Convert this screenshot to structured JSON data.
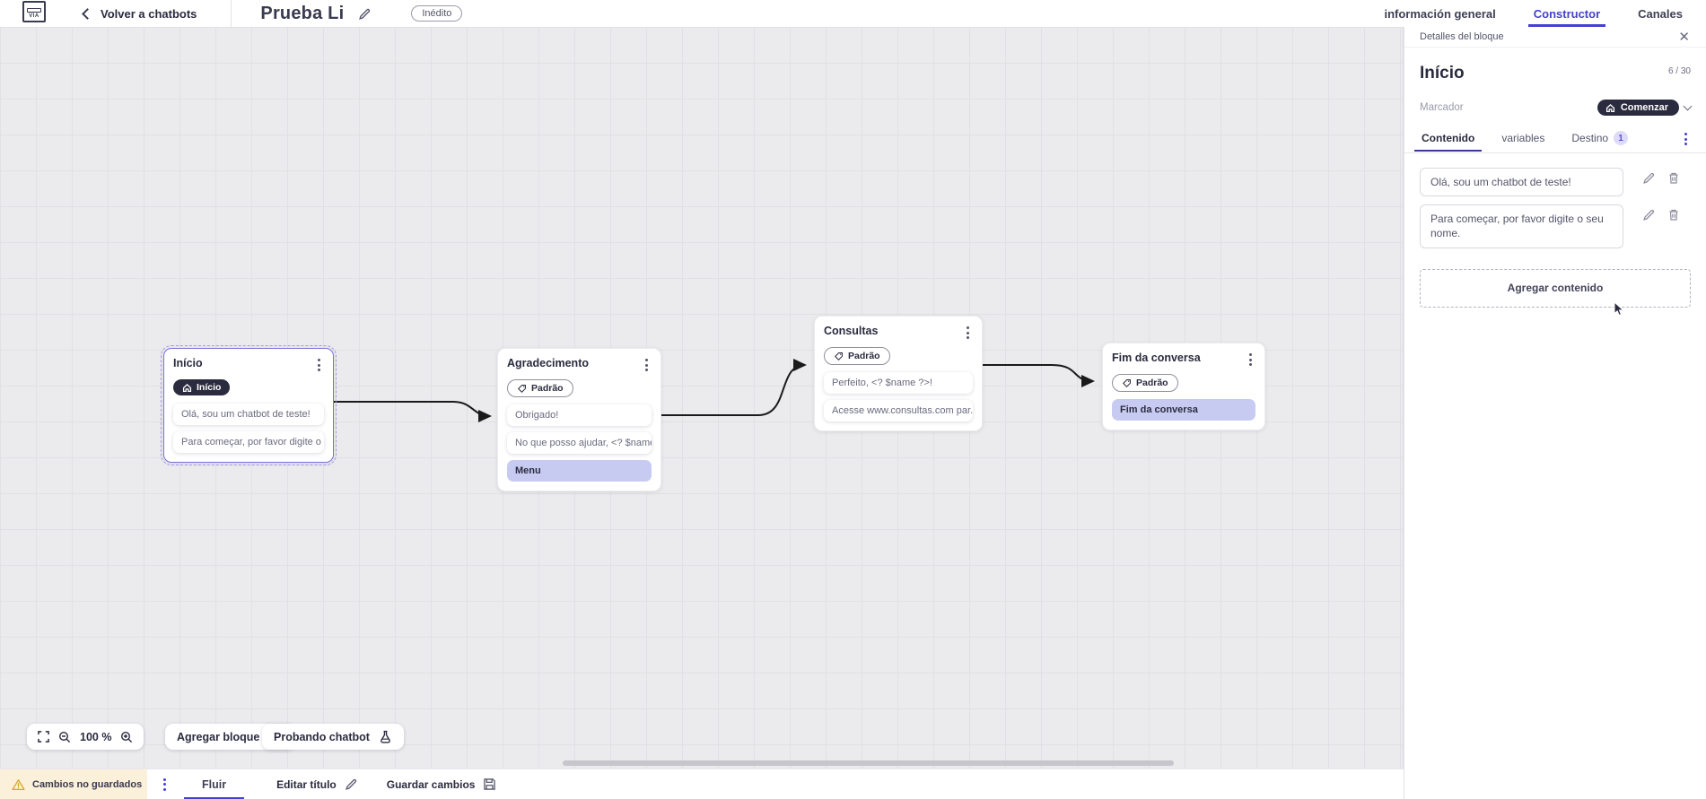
{
  "header": {
    "back_label": "Volver a chatbots",
    "title": "Prueba Li",
    "status_badge": "Inédito",
    "tabs": [
      {
        "label": "información general"
      },
      {
        "label": "Constructor"
      },
      {
        "label": "Canales"
      }
    ]
  },
  "canvas": {
    "zoom": "100 %",
    "add_block": "Agregar bloque",
    "test_chatbot": "Probando chatbot",
    "nodes": [
      {
        "title": "Início",
        "badge": "Início",
        "rows": [
          {
            "text": "Olá, sou um chatbot de teste!"
          },
          {
            "text": "Para começar, por favor digite o ..."
          }
        ]
      },
      {
        "title": "Agradecimento",
        "badge": "Padrão",
        "rows": [
          {
            "text": "Obrigado!"
          },
          {
            "text": "No que posso ajudar, <? $name ..."
          },
          {
            "text": "Menu"
          }
        ]
      },
      {
        "title": "Consultas",
        "badge": "Padrão",
        "rows": [
          {
            "text": "Perfeito, <? $name ?>!"
          },
          {
            "text": "Acesse www.consultas.com par..."
          }
        ]
      },
      {
        "title": "Fim da conversa",
        "badge": "Padrão",
        "rows": [
          {
            "text": "Fim da conversa"
          }
        ]
      }
    ]
  },
  "panel": {
    "title": "Detalles del bloque",
    "block_name": "Início",
    "counter": "6 / 30",
    "marker_label": "Marcador",
    "marker_button": "Comenzar",
    "tabs": [
      {
        "label": "Contenido"
      },
      {
        "label": "variables"
      },
      {
        "label": "Destino",
        "badge": "1"
      }
    ],
    "messages": [
      {
        "text": "Olá, sou um chatbot de teste!"
      },
      {
        "text": "Para começar, por favor digite o seu nome."
      }
    ],
    "add_content_label": "Agregar contenido"
  },
  "footer": {
    "unsaved": "Cambios no guardados",
    "flow": "Fluir",
    "edit_title": "Editar título",
    "save": "Guardar cambios"
  },
  "colors": {
    "accent": "#4540d0",
    "dark": "#2b2b40",
    "warning_bg": "#fbf0d9",
    "menu_row": "#c7cbf1",
    "canvas_bg": "#ebebed"
  }
}
